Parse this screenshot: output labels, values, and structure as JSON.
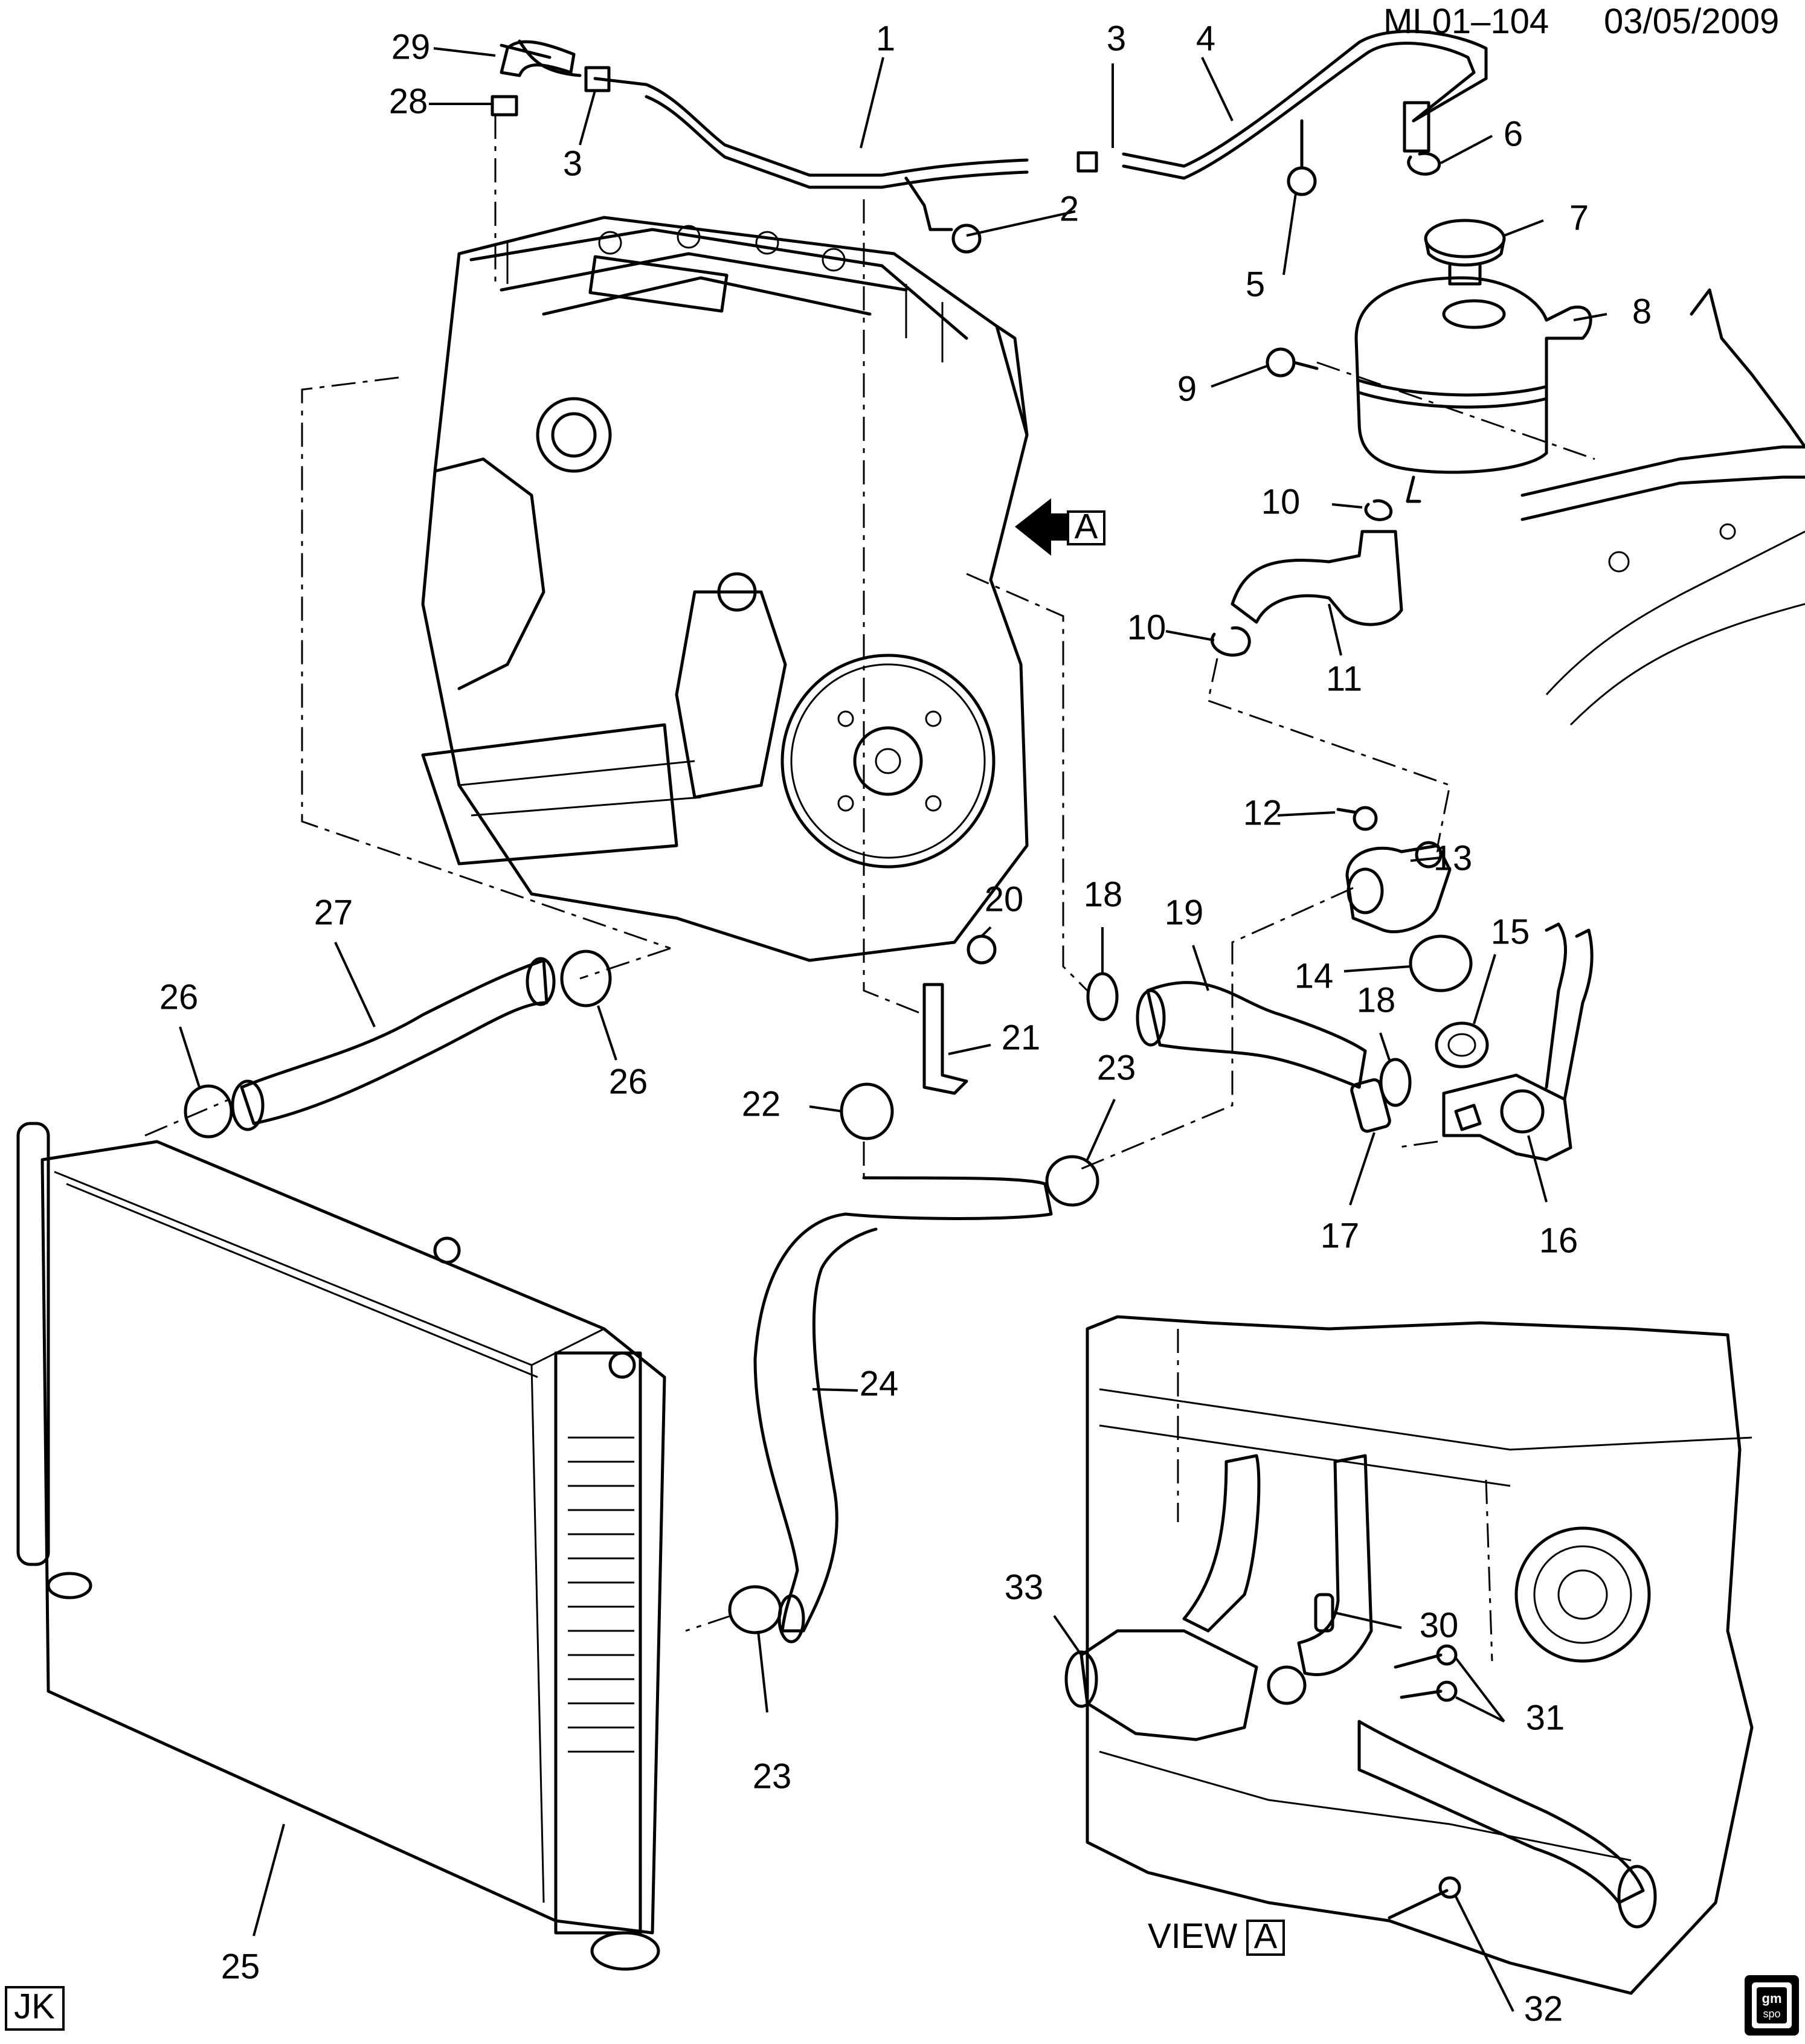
{
  "header": {
    "diagram_code": "ML01–104",
    "date": "03/05/2009"
  },
  "view_label": {
    "text": "VIEW",
    "letter": "A"
  },
  "arrow_callout": {
    "letter": "A"
  },
  "footer": {
    "code": "JK",
    "logo_text": "gm spo"
  },
  "parts": {
    "p1": "1",
    "p2": "2",
    "p3a": "3",
    "p3b": "3",
    "p4": "4",
    "p5": "5",
    "p6": "6",
    "p7": "7",
    "p8": "8",
    "p9": "9",
    "p10a": "10",
    "p10b": "10",
    "p11": "11",
    "p12": "12",
    "p13": "13",
    "p14": "14",
    "p15": "15",
    "p16": "16",
    "p17": "17",
    "p18a": "18",
    "p18b": "18",
    "p19": "19",
    "p20": "20",
    "p21": "21",
    "p22": "22",
    "p23a": "23",
    "p23b": "23",
    "p24": "24",
    "p25": "25",
    "p26a": "26",
    "p26b": "26",
    "p27": "27",
    "p28": "28",
    "p29": "29",
    "p30": "30",
    "p31": "31",
    "p32": "32",
    "p33": "33"
  }
}
